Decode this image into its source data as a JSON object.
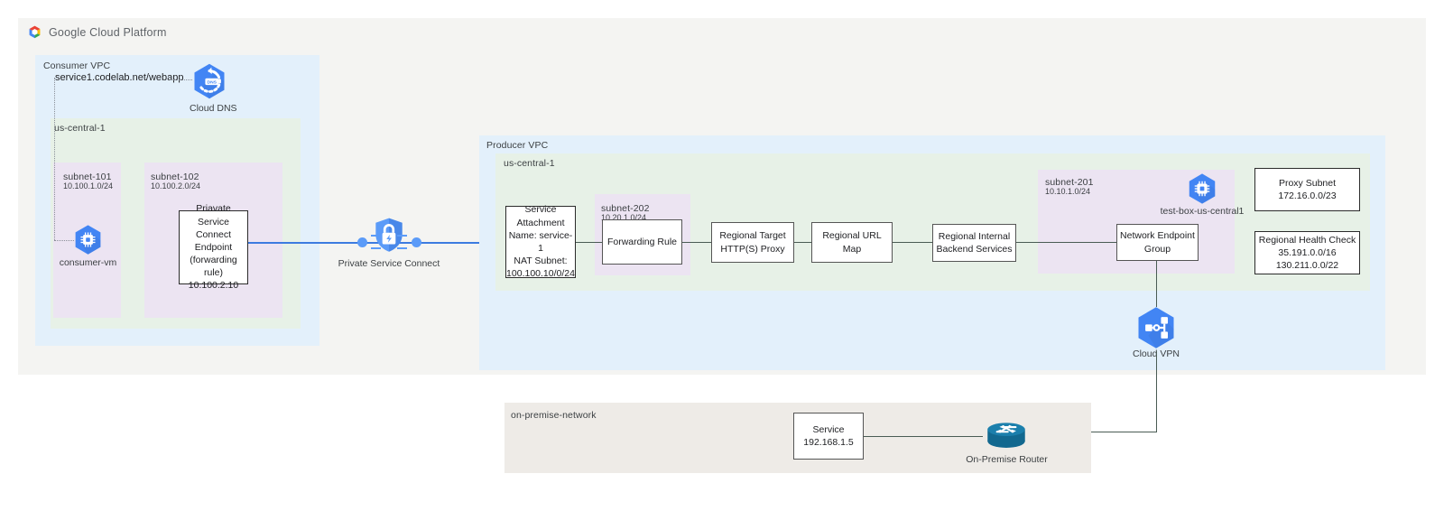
{
  "header": {
    "logo_icon": "google-cloud-platform-logo",
    "title": "Google Cloud Platform"
  },
  "consumer": {
    "vpc_label": "Consumer VPC",
    "region_label": "us-central-1",
    "dns_record": "service1.codelab.net/webapp",
    "cloud_dns": {
      "icon": "cloud-dns-icon",
      "line1": "Cloud",
      "line2": "DNS"
    },
    "subnet_101": {
      "name": "subnet-101",
      "cidr": "10.100.1.0/24"
    },
    "subnet_102": {
      "name": "subnet-102",
      "cidr": "10.100.2.0/24"
    },
    "consumer_vm": {
      "icon": "compute-engine-vm-icon",
      "label": "consumer-vm"
    },
    "psc_endpoint": {
      "line1": "Priavate Service",
      "line2": "Connect Endpoint",
      "line3": "(forwarding rule)",
      "line4": "10.100.2.10"
    }
  },
  "private_service_connect": {
    "icon": "private-service-connect-shield-lock-icon",
    "label": "Private Service Connect"
  },
  "producer": {
    "vpc_label": "Producer VPC",
    "region_label": "us-central-1",
    "service_attachment": {
      "line1": "Service",
      "line2": "Attachment",
      "line3": "Name: service-1",
      "line4": "NAT Subnet:",
      "line5": "100.100.10/0/24"
    },
    "subnet_202": {
      "name": "subnet-202",
      "cidr": "10.20.1.0/24"
    },
    "forwarding_rule": "Forwarding Rule",
    "target_proxy": {
      "line1": "Regional Target",
      "line2": "HTTP(S) Proxy"
    },
    "url_map": "Regional URL Map",
    "backend_services": {
      "line1": "Regional Internal",
      "line2": "Backend Services"
    },
    "subnet_201": {
      "name": "subnet-201",
      "cidr": "10.10.1.0/24"
    },
    "test_box": {
      "icon": "compute-engine-vm-icon",
      "label": "test-box-us-central1"
    },
    "network_endpoint_group": {
      "line1": "Network Endpoint",
      "line2": "Group"
    },
    "proxy_subnet": {
      "line1": "Proxy Subnet",
      "line2": "172.16.0.0/23"
    },
    "health_check": {
      "line1": "Regional Health Check",
      "line2": "35.191.0.0/16",
      "line3": "130.211.0.0/22"
    }
  },
  "cloud_vpn": {
    "icon": "cloud-vpn-icon",
    "label": "Cloud VPN"
  },
  "on_premise": {
    "network_label": "on-premise-network",
    "service": {
      "line1": "Service",
      "line2": "192.168.1.5"
    },
    "router": {
      "icon": "on-premise-router-icon",
      "label": "On-Premise Router"
    }
  },
  "colors": {
    "vpc_blue": "#e3f0fb",
    "region_green": "#e7f1e7",
    "subnet_purple": "#ece4f2",
    "panel_gray": "#f4f4f2",
    "onprem_beige": "#eeebe7",
    "gcp_blue": "#4285f4",
    "link_blue": "#3d7be0",
    "router_teal": "#1b6e91"
  }
}
